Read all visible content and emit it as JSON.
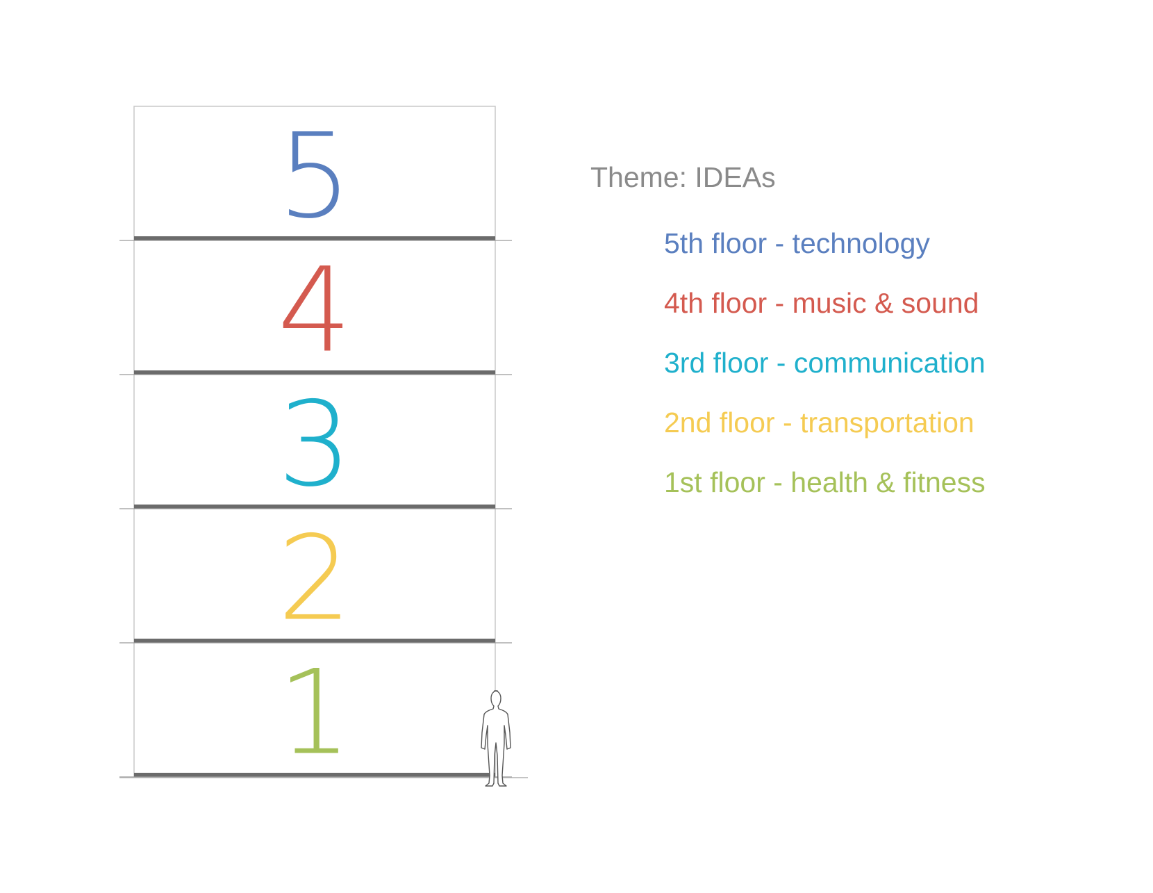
{
  "legend": {
    "title": "Theme: IDEAs",
    "items": [
      {
        "label": "5th floor - technology",
        "color": "#5a7fbf"
      },
      {
        "label": "4th floor - music & sound",
        "color": "#d45a4f"
      },
      {
        "label": "3rd floor - communication",
        "color": "#1fb0cc"
      },
      {
        "label": "2nd floor - transportation",
        "color": "#f5cb52"
      },
      {
        "label": "1st floor - health & fitness",
        "color": "#a5c159"
      }
    ]
  },
  "floors": [
    {
      "number": "5",
      "color": "#5a7fbf"
    },
    {
      "number": "4",
      "color": "#d45a4f"
    },
    {
      "number": "3",
      "color": "#1fb0cc"
    },
    {
      "number": "2",
      "color": "#f5cb52"
    },
    {
      "number": "1",
      "color": "#a5c159"
    }
  ],
  "colors": {
    "slab": "#6b6b6b",
    "outline": "#c8c8c8",
    "legend_title": "#8a8a8a"
  },
  "figure_icon": "person-silhouette-icon"
}
